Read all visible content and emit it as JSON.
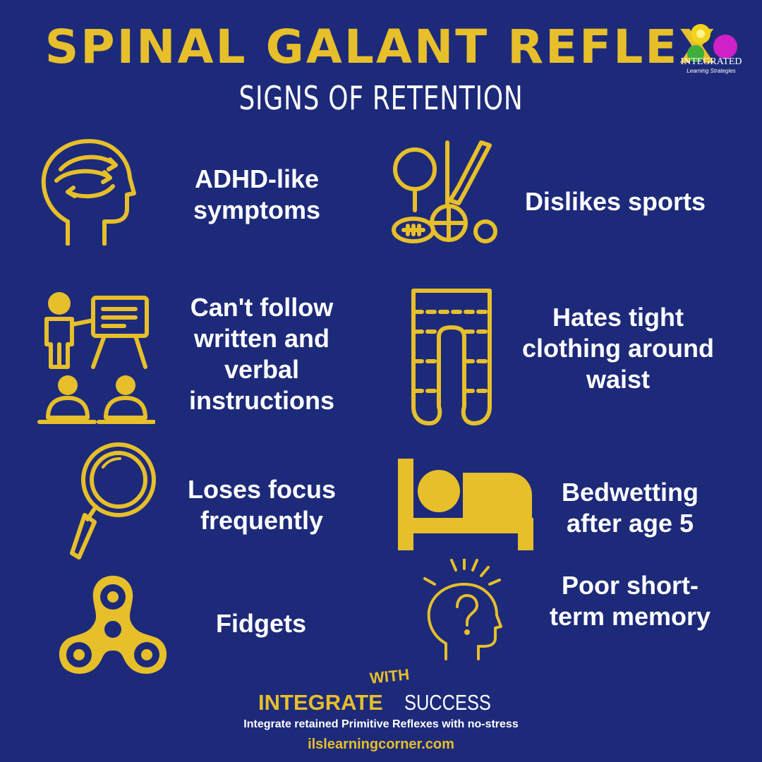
{
  "header": {
    "title": "SPINAL GALANT REFLEX",
    "subtitle": "SIGNS OF RETENTION"
  },
  "logo": {
    "name": "INTEGRATED",
    "tagline": "Learning Strategies"
  },
  "signs": [
    {
      "label": "ADHD-like symptoms",
      "icon": "head-arrows-icon"
    },
    {
      "label": "Dislikes sports",
      "icon": "sports-equipment-icon"
    },
    {
      "label": "Can't follow written and verbal instructions",
      "icon": "classroom-presenter-icon"
    },
    {
      "label": "Hates tight clothing around waist",
      "icon": "pants-icon"
    },
    {
      "label": "Loses focus frequently",
      "icon": "magnifying-glass-icon"
    },
    {
      "label": "Bedwetting after age 5",
      "icon": "bed-icon"
    },
    {
      "label": "Fidgets",
      "icon": "fidget-spinner-icon"
    },
    {
      "label": "Poor short-term memory",
      "icon": "head-question-icon"
    }
  ],
  "footer": {
    "brand_main": "INTEGRATE",
    "brand_with": "WITH",
    "brand_end": "SUCCESS",
    "tagline": "Integrate retained Primitive Reflexes with no-stress",
    "url": "ilslearningcorner.com"
  },
  "colors": {
    "background": "#1d2a7a",
    "accent": "#e6bf2a",
    "text": "#ffffff"
  }
}
